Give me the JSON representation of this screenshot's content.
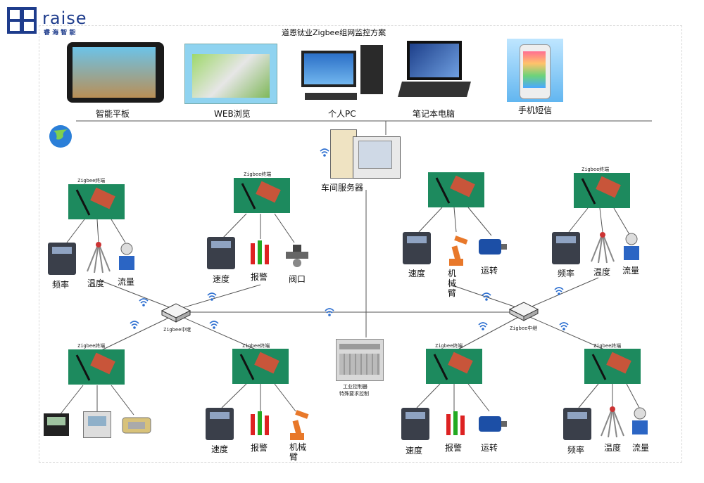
{
  "brand": {
    "name_en": "raise",
    "name_cn": "睿 海 智 能"
  },
  "title": "道恩钛业Zigbee组网监控方案",
  "terminals": [
    {
      "label": "智能平板",
      "icon": "tablet-icon"
    },
    {
      "label": "WEB浏览",
      "icon": "web-browser-icon"
    },
    {
      "label": "个人PC",
      "icon": "desktop-pc-icon"
    },
    {
      "label": "笔记本电脑",
      "icon": "laptop-icon"
    },
    {
      "label": "手机短信",
      "icon": "mobile-phone-icon"
    }
  ],
  "server": {
    "label": "车间服务器"
  },
  "controller": {
    "label1": "工业控制器",
    "label2": "特殊要求控制"
  },
  "relays": {
    "left": "Zigbee中继",
    "right": "Zigbee中继"
  },
  "node_label": "Zigbee终端",
  "groups": {
    "tl": [
      "频率",
      "温度",
      "流量"
    ],
    "tc": [
      "速度",
      "报警",
      "阀口"
    ],
    "tr1": [
      "速度",
      "机械臂",
      "运转"
    ],
    "tr2": [
      "频率",
      "温度",
      "流量"
    ],
    "bl": [],
    "bc": [
      "速度",
      "报警",
      "机械臂"
    ],
    "br1": [
      "速度",
      "报警",
      "运转"
    ],
    "br2": [
      "频率",
      "温度",
      "流量"
    ]
  }
}
